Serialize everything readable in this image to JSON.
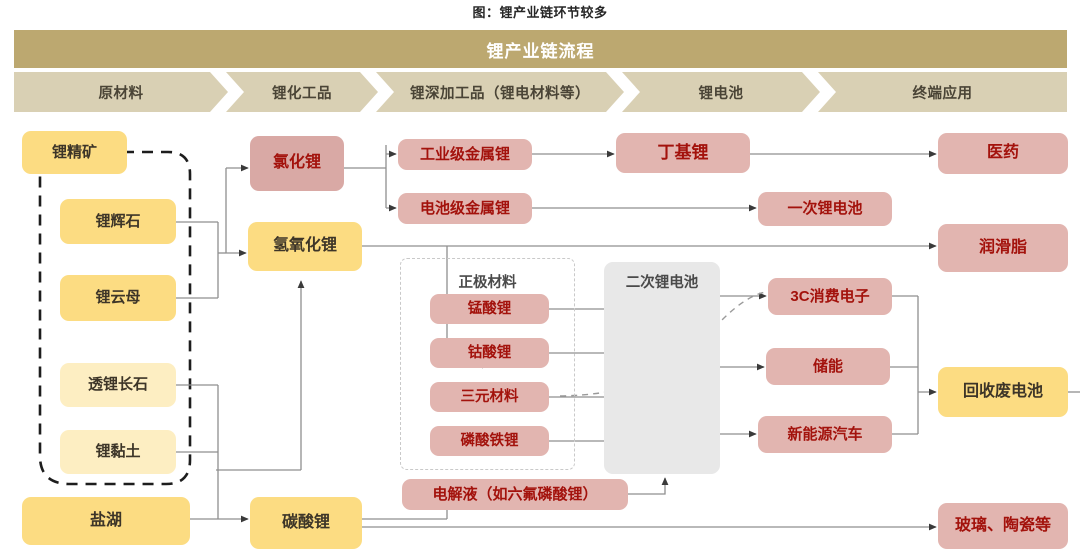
{
  "figure": {
    "caption": "图：锂产业链环节较多"
  },
  "banner": {
    "title": "锂产业链流程",
    "color": "#bca870"
  },
  "stages": [
    {
      "label": "原材料"
    },
    {
      "label": "锂化工品"
    },
    {
      "label": "锂深加工品（锂电材料等）"
    },
    {
      "label": "锂电池"
    },
    {
      "label": "终端应用"
    }
  ],
  "groups": [
    {
      "label": "正极材料",
      "style": "dashed"
    },
    {
      "label": "二次锂电池",
      "style": "solid"
    }
  ],
  "nodes": {
    "ore_concentrate": {
      "label": "锂精矿"
    },
    "spodumene": {
      "label": "锂辉石"
    },
    "lepidolite": {
      "label": "锂云母"
    },
    "petalite": {
      "label": "透锂长石"
    },
    "lithium_clay": {
      "label": "锂黏土"
    },
    "salt_lake": {
      "label": "盐湖"
    },
    "lithium_chloride": {
      "label": "氯化锂"
    },
    "lithium_hydroxide": {
      "label": "氢氧化锂"
    },
    "lithium_carbonate": {
      "label": "碳酸锂"
    },
    "industrial_metal": {
      "label": "工业级金属锂"
    },
    "battery_metal": {
      "label": "电池级金属锂"
    },
    "lithium_manganate": {
      "label": "锰酸锂"
    },
    "lithium_cobaltate": {
      "label": "钴酸锂"
    },
    "ternary_material": {
      "label": "三元材料"
    },
    "lfp": {
      "label": "磷酸铁锂"
    },
    "electrolyte": {
      "label": "电解液（如六氟磷酸锂）"
    },
    "butyllithium": {
      "label": "丁基锂"
    },
    "primary_battery": {
      "label": "一次锂电池"
    },
    "consumer_3c": {
      "label": "3C消费电子"
    },
    "energy_storage": {
      "label": "储能"
    },
    "new_energy_vehicle": {
      "label": "新能源汽车"
    },
    "pharmaceutical": {
      "label": "医药"
    },
    "lubricating_grease": {
      "label": "润滑脂"
    },
    "battery_recycling": {
      "label": "回收废电池"
    },
    "glass_ceramics": {
      "label": "玻璃、陶瓷等"
    }
  },
  "colors": {
    "yellow": "#fcdc82",
    "yellow_light": "#fdeec2",
    "pink_dark": "#d9a9a5",
    "pink": "#e2b5b0",
    "stage_bg": "#d9d0b4",
    "banner_bg": "#bca870",
    "wire": "#8c8c8c"
  }
}
